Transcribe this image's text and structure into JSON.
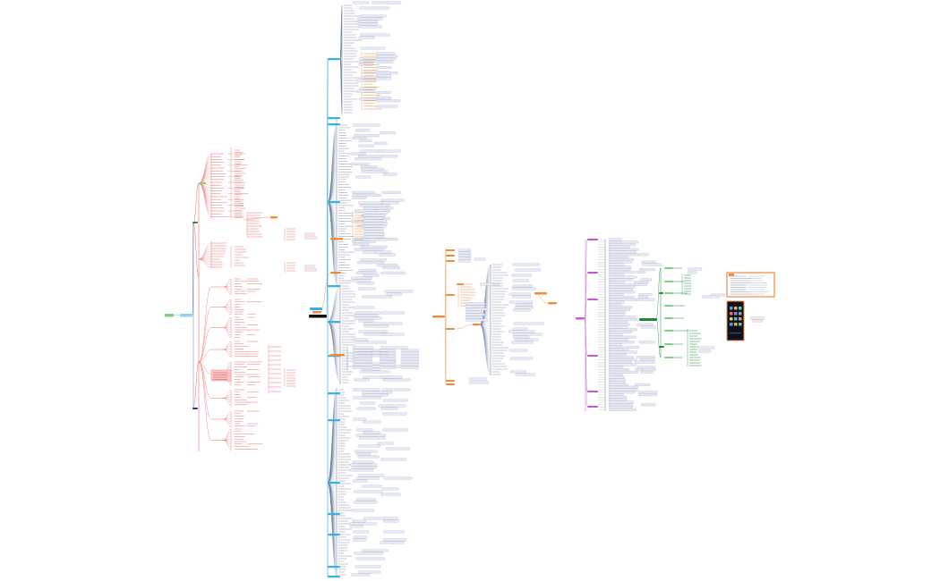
{
  "canvas": {
    "background": "#ffffff"
  },
  "colors": {
    "green": "#7bd37b",
    "cyan": "#36b3e6",
    "lightblue": "#8fd1f0",
    "red": "#ef6f6f",
    "darkred": "#d94444",
    "orange": "#f08a3c",
    "darkgreen": "#1e8a3a",
    "purple": "#c35ad0",
    "navy": "#1d3a8a",
    "black": "#111111",
    "line": "#6a7fa0",
    "label_fill": "#e7eaf3",
    "label_stroke": "#9aa7c0",
    "leaf_line": "#8a96ad"
  },
  "root_nodes": [
    {
      "id": "left-root",
      "color": "green"
    },
    {
      "id": "left-hub",
      "color": "lightblue"
    },
    {
      "id": "center-root",
      "color": "black"
    },
    {
      "id": "right-root",
      "color": "orange"
    },
    {
      "id": "purple-root",
      "color": "purple"
    },
    {
      "id": "green-root",
      "color": "darkgreen"
    }
  ],
  "branches": [
    {
      "id": "red-tree-1",
      "color": "red"
    },
    {
      "id": "red-tree-2",
      "color": "red"
    },
    {
      "id": "cyan-trunk",
      "color": "cyan"
    },
    {
      "id": "orange-tree",
      "color": "orange"
    },
    {
      "id": "purple-tree",
      "color": "purple"
    },
    {
      "id": "green-tree",
      "color": "darkgreen"
    }
  ],
  "images": [
    {
      "id": "image-panel-window",
      "border": "#f08a3c"
    },
    {
      "id": "image-panel-phone",
      "border": "#f08a3c"
    }
  ]
}
